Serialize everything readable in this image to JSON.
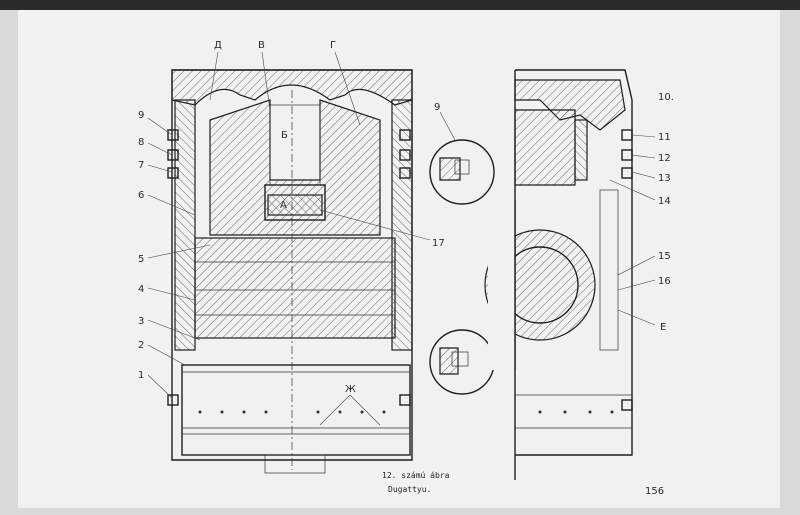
{
  "labels": {
    "d_top": "Д",
    "v_top": "В",
    "g_top": "Г",
    "b_mid": "Б",
    "a_mid": "А",
    "zh": "Ж",
    "e_right": "Е",
    "n1": "1",
    "n2": "2",
    "n3": "3",
    "n4": "4",
    "n5": "5",
    "n6": "6",
    "n7": "7",
    "n8": "8",
    "n9": "9",
    "n9b": "9",
    "n10": "10.",
    "n11": "11",
    "n12": "12",
    "n13": "13",
    "n14": "14",
    "n15": "15",
    "n16": "16",
    "n17": "17"
  },
  "caption": {
    "line1": "12. számú ábra",
    "line2": "Dugattyu."
  },
  "page_number": "156"
}
